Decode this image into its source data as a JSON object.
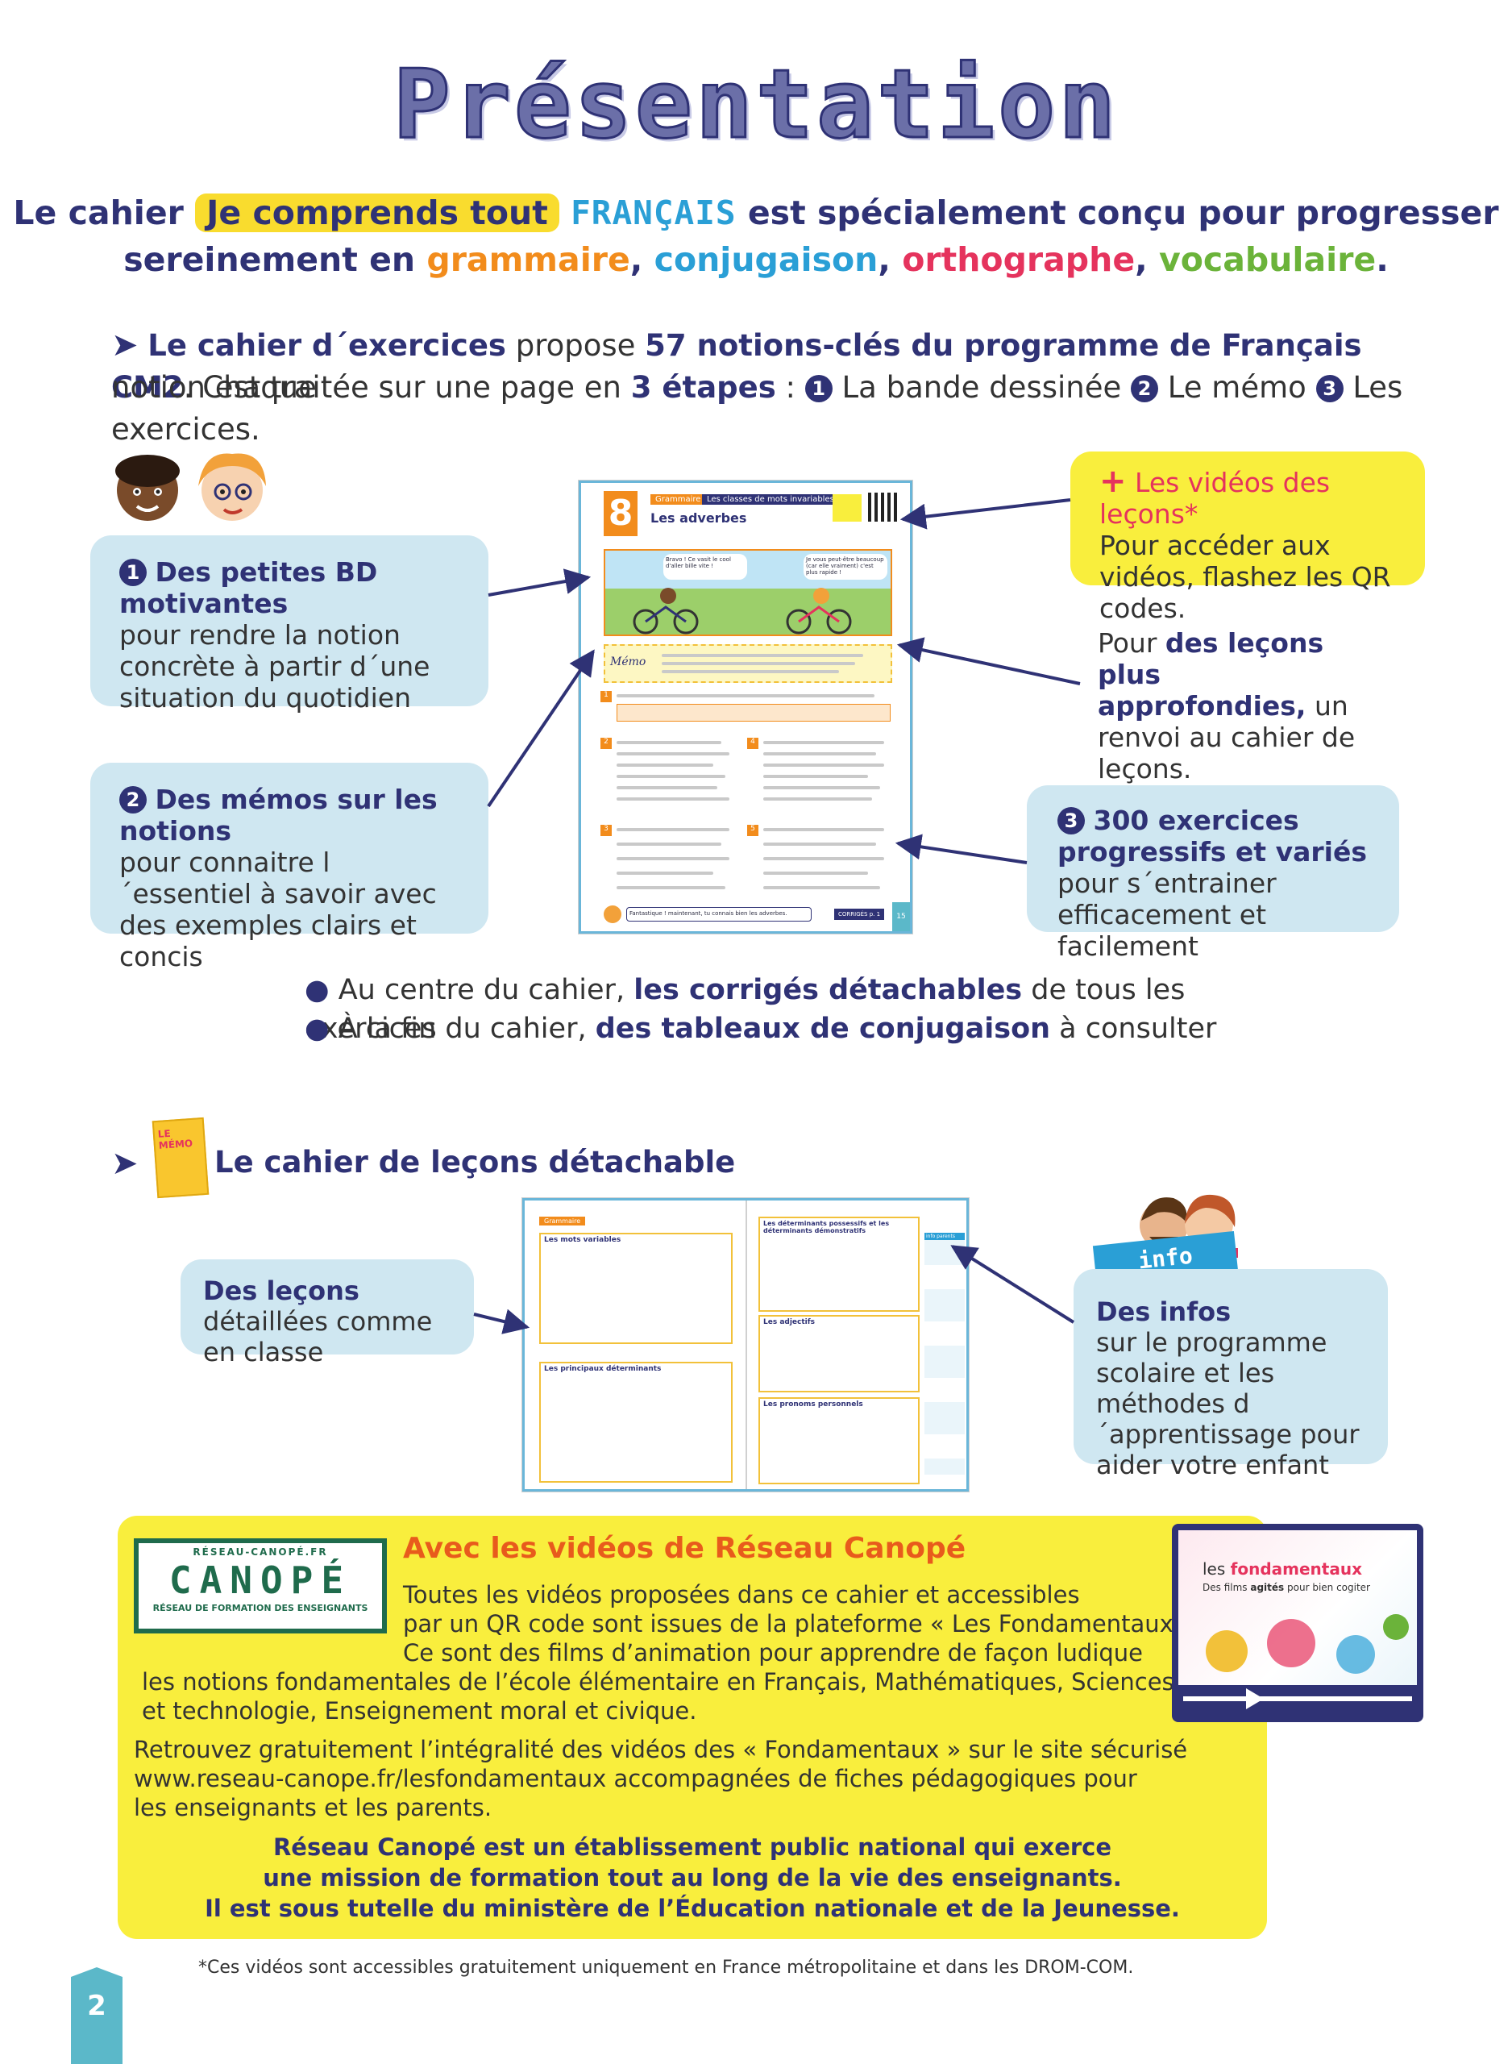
{
  "title": "Présentation",
  "intro": {
    "line1_pre": "Le cahier",
    "brand": "Je comprends tout",
    "subject": "FRANÇAIS",
    "line1_post": "est spécialement conçu pour progresser",
    "line2_pre": "sereinement en",
    "grammaire": "grammaire",
    "conjugaison": "conjugaison",
    "orthographe": "orthographe",
    "vocabulaire": "vocabulaire",
    "sep": ",",
    "end": "."
  },
  "exercises_intro": {
    "bold1": "Le cahier d´exercices",
    "text1": "propose",
    "bold2": "57 notions-clés du programme de Français CM2",
    "text2": ". Chaque",
    "text3": "notion est traitée sur une page en",
    "bold3": "3 étapes",
    "text4": ":",
    "n1": "1",
    "step1": "La bande dessinée",
    "n2": "2",
    "step2": "Le mémo",
    "n3": "3",
    "step3": "Les exercices."
  },
  "callouts": {
    "bd_num": "1",
    "bd_lead": "Des petites BD motivantes",
    "bd_text": "pour rendre la notion concrète à partir d´une situation du quotidien",
    "memo_num": "2",
    "memo_lead": "Des mémos sur les notions",
    "memo_text": "pour connaitre l´essentiel à savoir avec des exemples clairs et concis",
    "video_plus": "+",
    "video_lead": "Les vidéos des leçons*",
    "video_text": "Pour accéder aux vidéos, flashez les QR codes.",
    "lessons_pre": "Pour",
    "lessons_bold": "des leçons plus approfondies,",
    "lessons_text": "un renvoi au cahier de leçons.",
    "ex_num": "3",
    "ex_lead": "300 exercices progressifs et variés",
    "ex_text": "pour s´entrainer efficacement et facilement"
  },
  "page_preview": {
    "number": "8",
    "category": "Grammaire",
    "subcategory": "Les classes de mots invariables",
    "title": "Les adverbes",
    "memo_label": "Mémo",
    "bubble1": "Bravo ! Ce vasit le cool d'aller bille vite !",
    "bubble2": "Je vous peut-être beaucoup (car elle vraiment) c'est plus rapide !",
    "exercise_numbers": [
      "1",
      "2",
      "3",
      "4",
      "5"
    ],
    "footer": "Fantastique ! maintenant, tu connais bien les adverbes.",
    "corriges": "CORRIGÉS p. 1",
    "page_num": "15"
  },
  "bullets": {
    "b1_pre": "Au centre du cahier,",
    "b1_bold": "les corrigés détachables",
    "b1_post": "de tous les exercices",
    "b2_pre": "À la fin du cahier,",
    "b2_bold": "des tableaux de conjugaison",
    "b2_post": "à consulter"
  },
  "lessons_book": {
    "heading": "Le cahier de leçons détachable",
    "cover_label": "LE MÉMO",
    "detail_lead": "Des leçons",
    "detail_text": "détaillées comme en classe",
    "info_badge": "info parents",
    "info_lead": "Des infos",
    "info_text": "sur le programme scolaire et les méthodes d´apprentissage pour aider votre enfant",
    "spread_sections": [
      "Les mots variables",
      "Les principaux déterminants",
      "Les déterminants possessifs et les déterminants démonstratifs",
      "Les adjectifs",
      "Les pronoms personnels"
    ],
    "spread_badge": "info parents"
  },
  "canope": {
    "logo_top": "RÉSEAU-CANOPÉ.FR",
    "logo_main": "CANOPÉ",
    "logo_sub": "RÉSEAU DE FORMATION DES ENSEIGNANTS",
    "heading": "Avec les vidéos de Réseau Canopé",
    "p1_l1": "Toutes les vidéos proposées dans ce cahier et accessibles",
    "p1_l2": "par un QR code sont issues de la plateforme « Les Fondamentaux ».",
    "p1_l3": "Ce sont des films d’animation pour apprendre de façon ludique",
    "p1_l4": "les notions fondamentales de l’école élémentaire en Français, Mathématiques, Sciences",
    "p1_l5": "et technologie, Enseignement moral et civique.",
    "p2_l1": "Retrouvez gratuitement l’intégralité des vidéos des « Fondamentaux » sur le site sécurisé",
    "p2_l2": "www.reseau-canope.fr/lesfondamentaux accompagnées de fiches pédagogiques pour",
    "p2_l3": "les enseignants et les parents.",
    "p3_l1": "Réseau Canopé est un établissement public national qui exerce",
    "p3_l2": "une mission de formation tout au long de la vie des enseignants.",
    "p3_l3": "Il est sous tutelle du ministère de l’Éducation nationale et de la Jeunesse.",
    "video_title_pre": "les",
    "video_title_bold": "fondamentaux",
    "video_subtitle_pre": "Des films",
    "video_subtitle_bold": "agités",
    "video_subtitle_post": "pour bien cogiter"
  },
  "footnote": "*Ces vidéos sont accessibles gratuitement uniquement en France métropolitaine et dans les DROM-COM.",
  "page_number": "2",
  "colors": {
    "navy": "#2f3275",
    "light_blue": "#cfe7f1",
    "yellow": "#f9ee3d",
    "orange": "#f28c1c",
    "blue": "#2a9fd6",
    "red": "#e5335d",
    "green": "#6bb33a",
    "teal": "#5bb8c9"
  }
}
